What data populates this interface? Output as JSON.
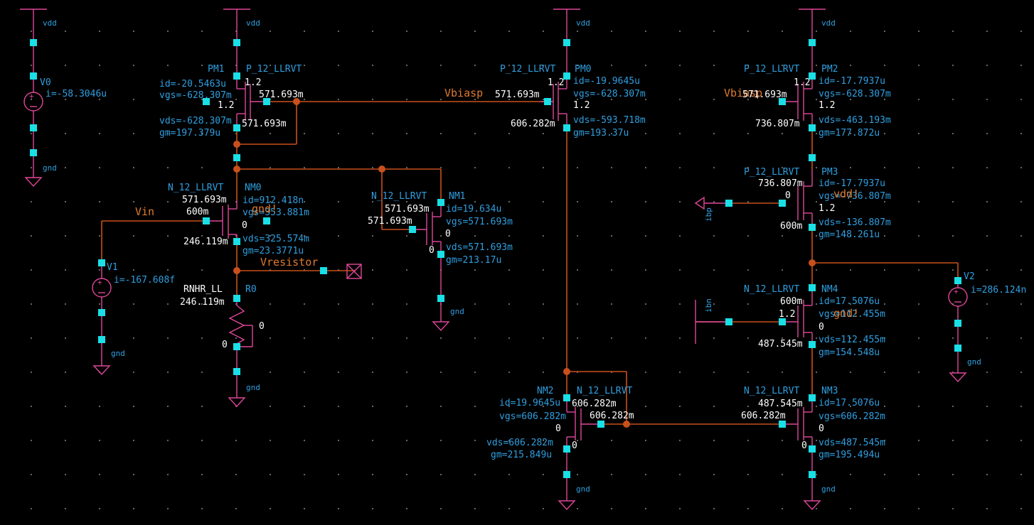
{
  "colors": {
    "background": "#000000",
    "wire": "#c8501c",
    "symbol": "#e0479a",
    "pin": "#19e0e6",
    "value_text": "#2f9fe0",
    "net_label": "#e07a2e",
    "instance_text": "#ffffff"
  },
  "nets": {
    "vbiasp": "Vbiasp",
    "vbiasp_right": "Vbiasp",
    "vin": "Vin",
    "vresistor": "Vresistor",
    "gnd_label": "gnd!",
    "vdd_label": "vdd!"
  },
  "supply": {
    "vdd": "vdd",
    "gnd": "gnd",
    "gnd_nm2": "gnd",
    "ibn": "ibn",
    "ibp": "ibp"
  },
  "sources": [
    {
      "name": "V0",
      "current": "i=-58.3046u"
    },
    {
      "name": "V1",
      "current": "i=-167.608f"
    },
    {
      "name": "V2",
      "current": "i=286.124n"
    }
  ],
  "devices": [
    {
      "name": "PM1",
      "model": "P_12_LLRVT",
      "id": "id=-20.5463u",
      "vgs": "vgs=-628.307m",
      "vds": "vds=-628.307m",
      "gm": "gm=197.379u",
      "pins": [
        "1.2",
        "1.2",
        "571.693m",
        "571.693m"
      ]
    },
    {
      "name": "PM0",
      "model": "P_12_LLRVT",
      "id": "id=-19.9645u",
      "vgs": "vgs=-628.307m",
      "vds": "vds=-593.718m",
      "gm": "gm=193.37u",
      "pins": [
        "1.2",
        "571.693m",
        "1.2",
        "606.282m"
      ]
    },
    {
      "name": "PM2",
      "model": "P_12_LLRVT",
      "id": "id=-17.7937u",
      "vgs": "vgs=-628.307m",
      "vds": "vds=-463.193m",
      "gm": "gm=177.872u",
      "pins": [
        "1.2",
        "571.693m",
        "1.2",
        "736.807m"
      ]
    },
    {
      "name": "PM3",
      "model": "P_12_LLRVT",
      "id": "id=-17.7937u",
      "vgs": "vgs=-736.807m",
      "vds": "vds=-136.807m",
      "gm": "gm=148.261u",
      "pins": [
        "736.807m",
        "0",
        "1.2",
        "600m"
      ]
    },
    {
      "name": "NM0",
      "model": "N_12_LLRVT",
      "id": "id=912.418n",
      "vgs": "vgs=353.881m",
      "vds": "vds=325.574m",
      "gm": "gm=23.3771u",
      "pins": [
        "571.693m",
        "600m",
        "0",
        "246.119m"
      ]
    },
    {
      "name": "NM1",
      "model": "N_12_LLRVT",
      "id": "id=19.634u",
      "vgs": "vgs=571.693m",
      "vds": "vds=571.693m",
      "gm": "gm=213.17u",
      "pins": [
        "571.693m",
        "571.693m",
        "0",
        "0"
      ]
    },
    {
      "name": "NM4",
      "model": "N_12_LLRVT",
      "id": "id=17.5076u",
      "vgs": "vgs=112.455m",
      "vds": "vds=112.455m",
      "gm": "gm=154.548u",
      "pins": [
        "600m",
        "1.2",
        "0",
        "487.545m"
      ]
    },
    {
      "name": "NM2",
      "model": "N_12_LLRVT",
      "id": "id=19.9645u",
      "vgs": "vgs=606.282m",
      "vds": "vds=606.282m",
      "gm": "gm=215.849u",
      "pins": [
        "606.282m",
        "606.282m",
        "0",
        "0"
      ]
    },
    {
      "name": "NM3",
      "model": "N_12_LLRVT",
      "id": "id=17.5076u",
      "vgs": "vgs=606.282m",
      "vds": "vds=487.545m",
      "gm": "gm=195.494u",
      "pins": [
        "487.545m",
        "606.282m",
        "0",
        "0"
      ]
    }
  ],
  "resistor": {
    "name": "R0",
    "model": "RNHR_LL",
    "top": "246.119m",
    "bottom": "0",
    "body": "0"
  }
}
